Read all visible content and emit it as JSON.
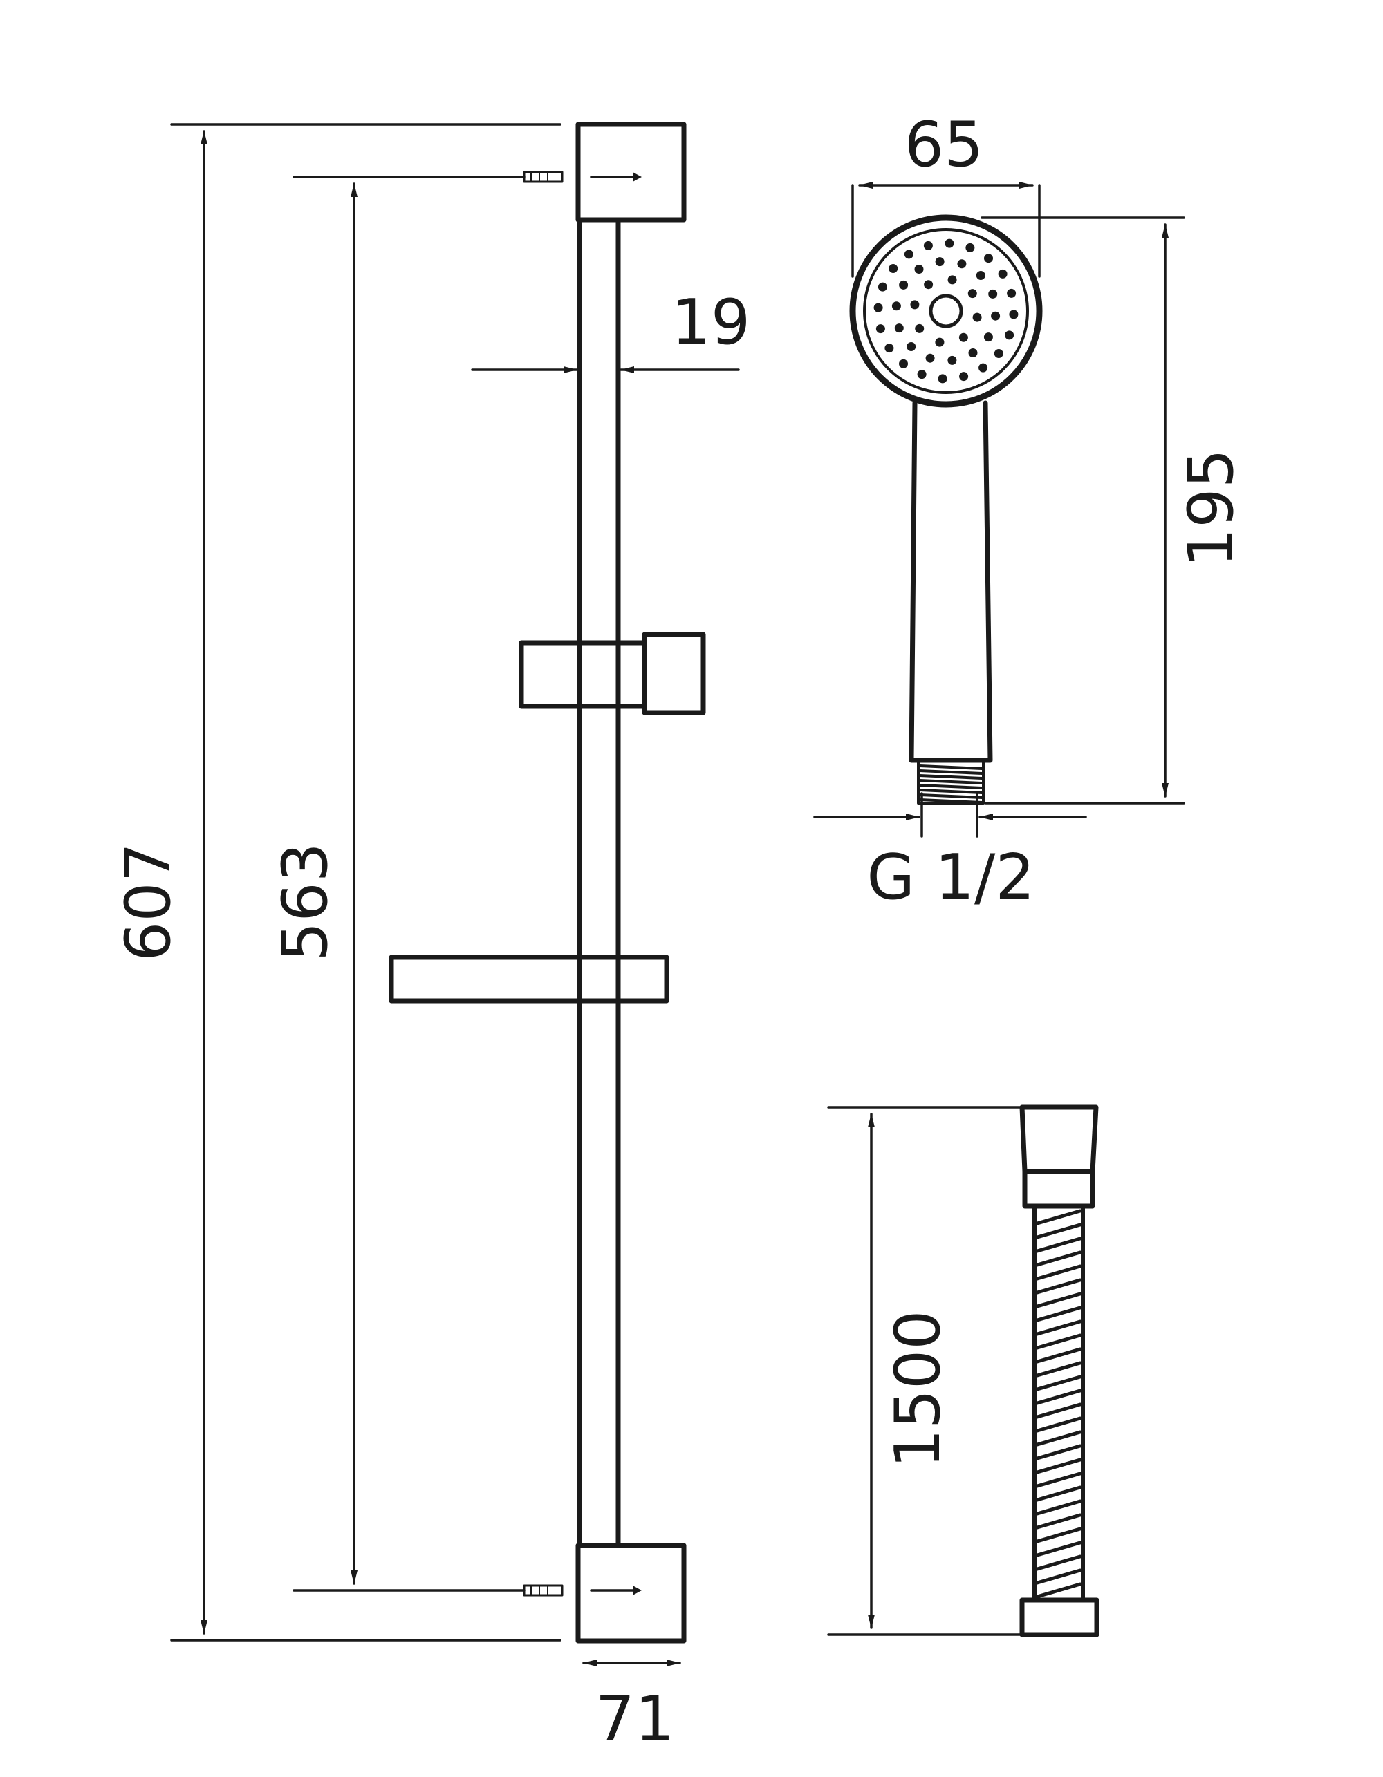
{
  "dimensions": {
    "overall_height": "607",
    "mounting_height": "563",
    "bar_diameter": "19",
    "bracket_width": "71",
    "head_diameter": "65",
    "handset_length": "195",
    "connector_thread": "G 1/2",
    "hose_length": "1500"
  },
  "colors": {
    "line": "#1a1a1a",
    "background": "#ffffff"
  }
}
